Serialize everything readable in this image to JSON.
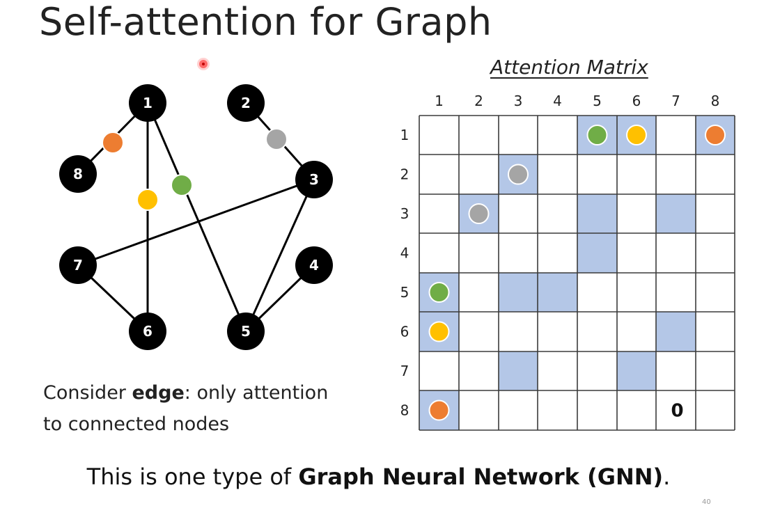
{
  "slide": {
    "title": "Self-attention for Graph",
    "matrix_title": "Attention Matrix",
    "caption_pre": "Consider ",
    "caption_bold": "edge",
    "caption_post": ": only attention",
    "caption_line2": "to connected nodes",
    "bottom_pre": "This is one type of ",
    "bottom_bold": "Graph Neural Network (GNN)",
    "bottom_post": ".",
    "page_number": "40"
  },
  "colors": {
    "node": "#000000",
    "node_text": "#ffffff",
    "edge": "#000000",
    "cell_fill": "#b4c7e7",
    "grid_line": "#3a3a3a",
    "orange": "#ed7d31",
    "green": "#70ad47",
    "yellow": "#ffc000",
    "gray": "#a5a5a5"
  },
  "graph": {
    "nodes": [
      "1",
      "2",
      "3",
      "4",
      "5",
      "6",
      "7",
      "8"
    ],
    "edges": [
      [
        "1",
        "8"
      ],
      [
        "1",
        "6"
      ],
      [
        "1",
        "5"
      ],
      [
        "2",
        "3"
      ],
      [
        "3",
        "7"
      ],
      [
        "3",
        "5"
      ],
      [
        "4",
        "5"
      ],
      [
        "7",
        "6"
      ]
    ],
    "edge_markers": [
      {
        "edge": [
          "1",
          "8"
        ],
        "color": "orange"
      },
      {
        "edge": [
          "1",
          "6"
        ],
        "color": "yellow"
      },
      {
        "edge": [
          "1",
          "5"
        ],
        "color": "green"
      },
      {
        "edge": [
          "2",
          "3"
        ],
        "color": "gray"
      }
    ]
  },
  "matrix": {
    "col_labels": [
      "1",
      "2",
      "3",
      "4",
      "5",
      "6",
      "7",
      "8"
    ],
    "row_labels": [
      "1",
      "2",
      "3",
      "4",
      "5",
      "6",
      "7",
      "8"
    ],
    "highlighted": [
      {
        "row": 1,
        "col": 5,
        "marker": "green"
      },
      {
        "row": 1,
        "col": 6,
        "marker": "yellow"
      },
      {
        "row": 1,
        "col": 8,
        "marker": "orange"
      },
      {
        "row": 2,
        "col": 3,
        "marker": "gray"
      },
      {
        "row": 3,
        "col": 2,
        "marker": "gray"
      },
      {
        "row": 3,
        "col": 5
      },
      {
        "row": 3,
        "col": 7
      },
      {
        "row": 4,
        "col": 5
      },
      {
        "row": 5,
        "col": 1,
        "marker": "green"
      },
      {
        "row": 5,
        "col": 3
      },
      {
        "row": 5,
        "col": 4
      },
      {
        "row": 6,
        "col": 1,
        "marker": "yellow"
      },
      {
        "row": 6,
        "col": 7
      },
      {
        "row": 7,
        "col": 3
      },
      {
        "row": 7,
        "col": 6
      },
      {
        "row": 8,
        "col": 1,
        "marker": "orange"
      }
    ],
    "zero_label": {
      "row": 8,
      "col": 7,
      "text": "0"
    }
  }
}
